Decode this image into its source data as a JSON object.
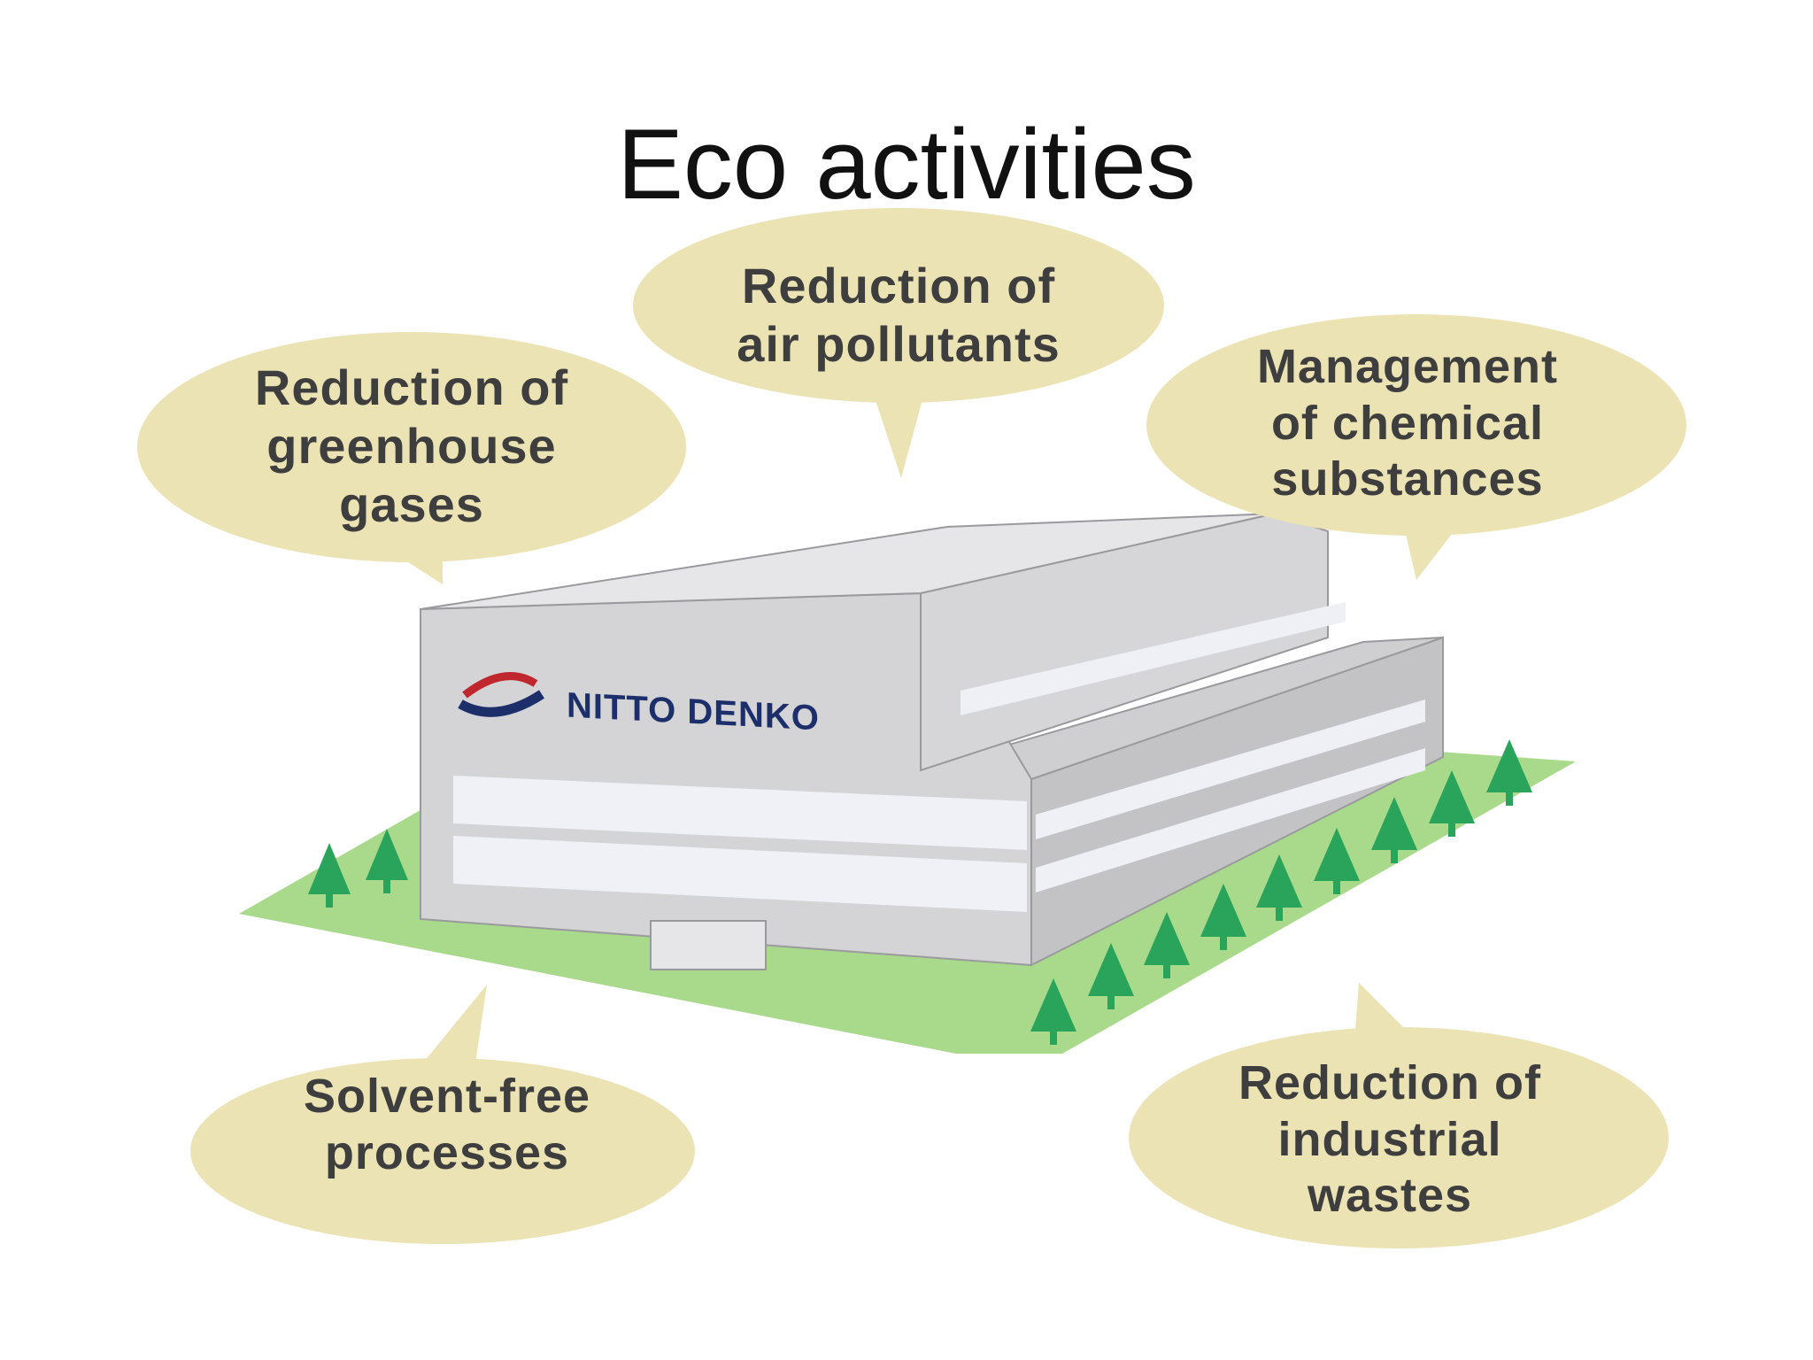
{
  "title": "Eco activities",
  "logo": {
    "brand": "NITTO DENKO",
    "color": "#1d2f6b",
    "accent": "#c0262d"
  },
  "colors": {
    "bubble": "#ebe3b4",
    "building_front": "#d2d2d4",
    "building_side": "#c3c3c6",
    "grass": "#a9da8b",
    "tree": "#2aa45a"
  },
  "bubbles": {
    "air": [
      "Reduction of",
      "air pollutants"
    ],
    "greenhouse": [
      "Reduction of",
      "greenhouse",
      "gases"
    ],
    "chemical": [
      "Management",
      "of chemical",
      "substances"
    ],
    "solvent": [
      "Solvent-free",
      "processes"
    ],
    "waste": [
      "Reduction of",
      "industrial",
      "wastes"
    ]
  }
}
